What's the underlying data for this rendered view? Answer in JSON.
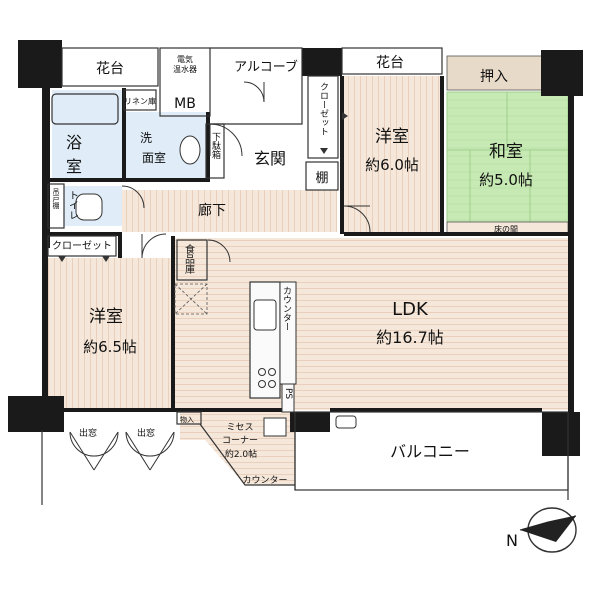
{
  "rooms": {
    "hanadai_left": "花台",
    "hanadai_right": "花台",
    "denki_1": "電気",
    "denki_2": "温水器",
    "mb": "MB",
    "alcove": "アルコーブ",
    "linen": "リネン庫",
    "closet_top": "クローゼット",
    "oshiire": "押入",
    "yoshitsu_top": "洋室",
    "yoshitsu_top_size": "約6.0帖",
    "washitsu": "和室",
    "washitsu_size": "約5.0帖",
    "bath_1": "浴",
    "bath_2": "室",
    "senmen_1": "洗",
    "senmen_2": "面室",
    "getabako": "下駄箱",
    "genkan": "玄関",
    "tana": "棚",
    "tokonoma": "床の間",
    "tsuridana": "吊戸棚",
    "toilet": "トイレ",
    "rouka": "廊下",
    "closet_left": "クローゼット",
    "shokuhin": "食品庫",
    "counter_vert": "カウンター",
    "ldk": "LDK",
    "ldk_size": "約16.7帖",
    "ps": "PS",
    "yoshitsu_left": "洋室",
    "yoshitsu_left_size": "約6.5帖",
    "mono_ire": "物入",
    "demado_1": "出窓",
    "demado_2": "出窓",
    "mises_1": "ミセス",
    "mises_2": "コーナー",
    "mises_size": "約2.0帖",
    "balcony": "バルコニー",
    "counter_bottom": "カウンター",
    "north": "N"
  },
  "colors": {
    "wall": "#1a1a1a",
    "floor_wood": "#f5e7da",
    "floor_wood_line": "#e6cbb4",
    "tatami": "#c7e9b4",
    "tatami_line": "#9fce8b",
    "wet_area": "#e0edf8",
    "oshiire": "#e8dac8",
    "white": "#ffffff"
  }
}
